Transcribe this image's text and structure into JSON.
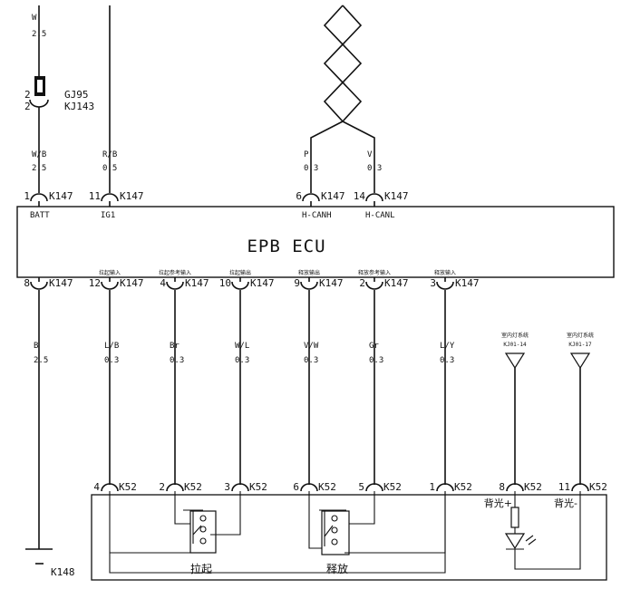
{
  "top": {
    "wire_color": "W",
    "wire_size": "2.5",
    "fuse_pin_a": "2",
    "fuse_pin_b": "2",
    "fuse_name_a": "GJ95",
    "fuse_name_b": "KJ143"
  },
  "ecu": {
    "title": "EPB ECU",
    "connector": "K147"
  },
  "top_pins": [
    {
      "id": "batt",
      "pin": "1",
      "signal": "BATT",
      "wire_color": "W/B",
      "wire_size": "2.5"
    },
    {
      "id": "ig1",
      "pin": "11",
      "signal": "IG1",
      "wire_color": "R/B",
      "wire_size": "0.5"
    },
    {
      "id": "canh",
      "pin": "6",
      "signal": "H-CANH",
      "wire_color": "P",
      "wire_size": "0.3"
    },
    {
      "id": "canl",
      "pin": "14",
      "signal": "H-CANL",
      "wire_color": "V",
      "wire_size": "0.3"
    }
  ],
  "bottom_pins": [
    {
      "id": "gnd",
      "pin": "8",
      "signal": "",
      "wire_color": "B",
      "wire_size": "2.5",
      "k52_pin": ""
    },
    {
      "id": "p12",
      "pin": "12",
      "signal": "拉起输入",
      "wire_color": "L/B",
      "wire_size": "0.3",
      "k52_pin": "4"
    },
    {
      "id": "p4",
      "pin": "4",
      "signal": "拉起参考输入",
      "wire_color": "Br",
      "wire_size": "0.3",
      "k52_pin": "2"
    },
    {
      "id": "p10",
      "pin": "10",
      "signal": "拉起输出",
      "wire_color": "W/L",
      "wire_size": "0.3",
      "k52_pin": "3"
    },
    {
      "id": "p9",
      "pin": "9",
      "signal": "释放输出",
      "wire_color": "V/W",
      "wire_size": "0.3",
      "k52_pin": "6"
    },
    {
      "id": "p2",
      "pin": "2",
      "signal": "释放参考输入",
      "wire_color": "Gr",
      "wire_size": "0.3",
      "k52_pin": "5"
    },
    {
      "id": "p3",
      "pin": "3",
      "signal": "释放输入",
      "wire_color": "L/Y",
      "wire_size": "0.3",
      "k52_pin": "1"
    }
  ],
  "backlight": [
    {
      "id": "bl_plus",
      "source": "室内灯系统",
      "source_pin": "KJ01-14",
      "k52_pin": "8",
      "label": "背光+"
    },
    {
      "id": "bl_minus",
      "source": "室内灯系统",
      "source_pin": "KJ01-17",
      "k52_pin": "11",
      "label": "背光-"
    }
  ],
  "switch": {
    "connector": "K52",
    "pull_label": "拉起",
    "release_label": "释放"
  },
  "ground": {
    "label": "K148"
  }
}
